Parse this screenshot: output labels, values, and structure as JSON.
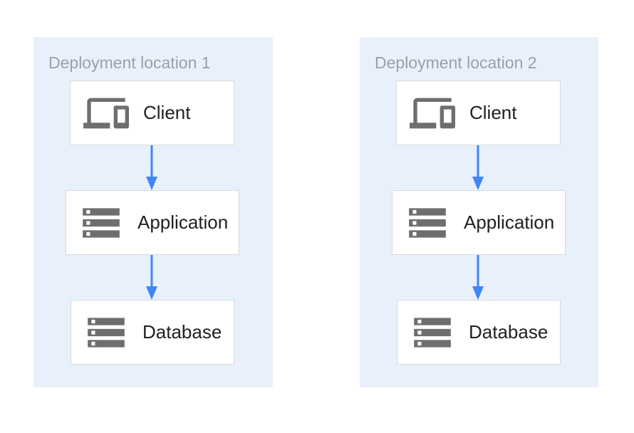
{
  "diagram": {
    "type": "flow",
    "description": "Two deployment locations, each with a Client, Application and Database stack connected by downward arrows",
    "edges": [
      {
        "from": "Client",
        "to": "Application"
      },
      {
        "from": "Application",
        "to": "Database"
      }
    ]
  },
  "colors": {
    "panel_background": "#e8f1fb",
    "panel_title_text": "#9aa0a6",
    "node_background": "#ffffff",
    "node_border": "#d9d9d9",
    "node_label_text": "#212121",
    "icon_gray": "#6e6e6e",
    "arrow_blue": "#4285f4",
    "page_background": "#ffffff"
  },
  "panels": [
    {
      "title": "Deployment location 1",
      "nodes": [
        {
          "label": "Client",
          "icon": "devices-icon"
        },
        {
          "label": "Application",
          "icon": "storage-icon"
        },
        {
          "label": "Database",
          "icon": "storage-icon"
        }
      ]
    },
    {
      "title": "Deployment location 2",
      "nodes": [
        {
          "label": "Client",
          "icon": "devices-icon"
        },
        {
          "label": "Application",
          "icon": "storage-icon"
        },
        {
          "label": "Database",
          "icon": "storage-icon"
        }
      ]
    }
  ]
}
